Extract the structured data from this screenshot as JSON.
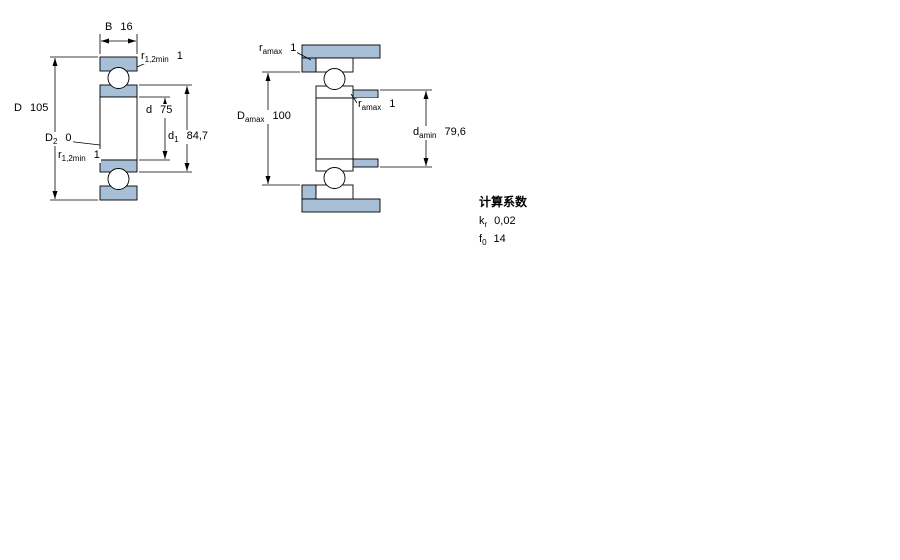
{
  "colors": {
    "ring_fill": "#a7bfd7",
    "line": "#000000"
  },
  "left_drawing": {
    "dims": {
      "B": {
        "base": "B",
        "sub": "",
        "value": "16"
      },
      "D": {
        "base": "D",
        "sub": "",
        "value": "105"
      },
      "r12_top": {
        "base": "r",
        "sub": "1,2min",
        "value": "1"
      },
      "d": {
        "base": "d",
        "sub": "",
        "value": "75"
      },
      "D2": {
        "base": "D",
        "sub": "2",
        "value": "0"
      },
      "r12_bottom": {
        "base": "r",
        "sub": "1,2min",
        "value": "1"
      },
      "d1": {
        "base": "d",
        "sub": "1",
        "value": "84,7"
      }
    }
  },
  "right_drawing": {
    "dims": {
      "ra_top": {
        "base": "r",
        "sub": "amax",
        "value": "1"
      },
      "Da": {
        "base": "D",
        "sub": "amax",
        "value": "100"
      },
      "ra_mid": {
        "base": "r",
        "sub": "amax",
        "value": "1"
      },
      "da": {
        "base": "d",
        "sub": "amin",
        "value": "79,6"
      }
    }
  },
  "factors": {
    "title": "计算系数",
    "items": [
      {
        "base": "k",
        "sub": "r",
        "value": "0,02"
      },
      {
        "base": "f",
        "sub": "0",
        "value": "14"
      }
    ]
  }
}
